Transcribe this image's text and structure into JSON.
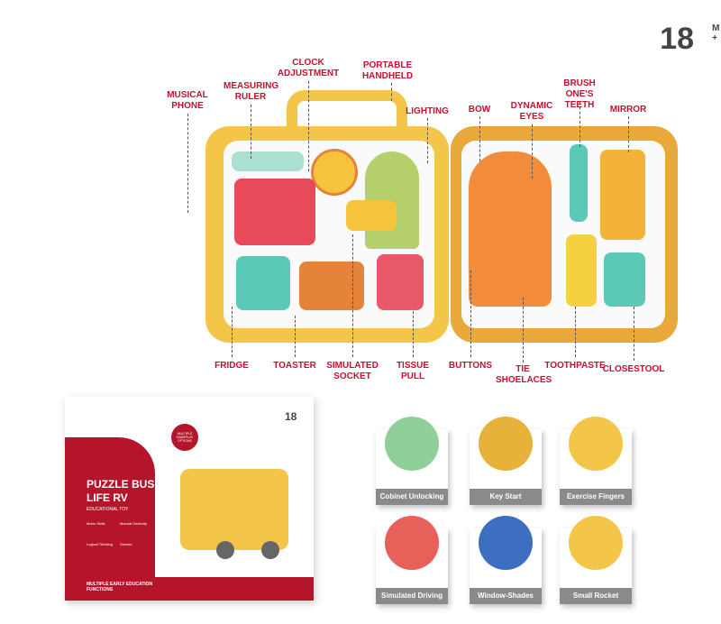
{
  "age_badge": {
    "value": "18",
    "unit": "M",
    "plus": "+"
  },
  "callouts_top": [
    "MUSICAL PHONE",
    "MEASURING RULER",
    "CLOCK ADJUSTMENT",
    "PORTABLE HANDHELD",
    "LIGHTING",
    "BOW",
    "DYNAMIC EYES",
    "BRUSH ONE'S TEETH",
    "MIRROR"
  ],
  "callouts_bottom": [
    "FRIDGE",
    "TOASTER",
    "SIMULATED SOCKET",
    "TISSUE PULL",
    "BUTTONS",
    "TIE SHOELACES",
    "TOOTHPASTE",
    "CLOSESTOOL"
  ],
  "box": {
    "title_line1": "PUZZLE BUSY",
    "title_line2": "LIFE RV",
    "subtitle": "EDUCATIONAL TOY",
    "badge": "MULTIPLE GAMEPLAY OPTIONS",
    "age": "18",
    "skills": [
      "Motor Skills",
      "Manual Dexterity",
      "Logical Thinking",
      "Senses"
    ],
    "footer": "MULTIPLE EARLY EDUCATION FUNCTIONS",
    "brand_color": "#b5152b"
  },
  "features": [
    "Cobinet Unlocking",
    "Key Start",
    "Exercise Fingers",
    "Simulated Driving",
    "Window-Shades",
    "Small Rocket"
  ]
}
